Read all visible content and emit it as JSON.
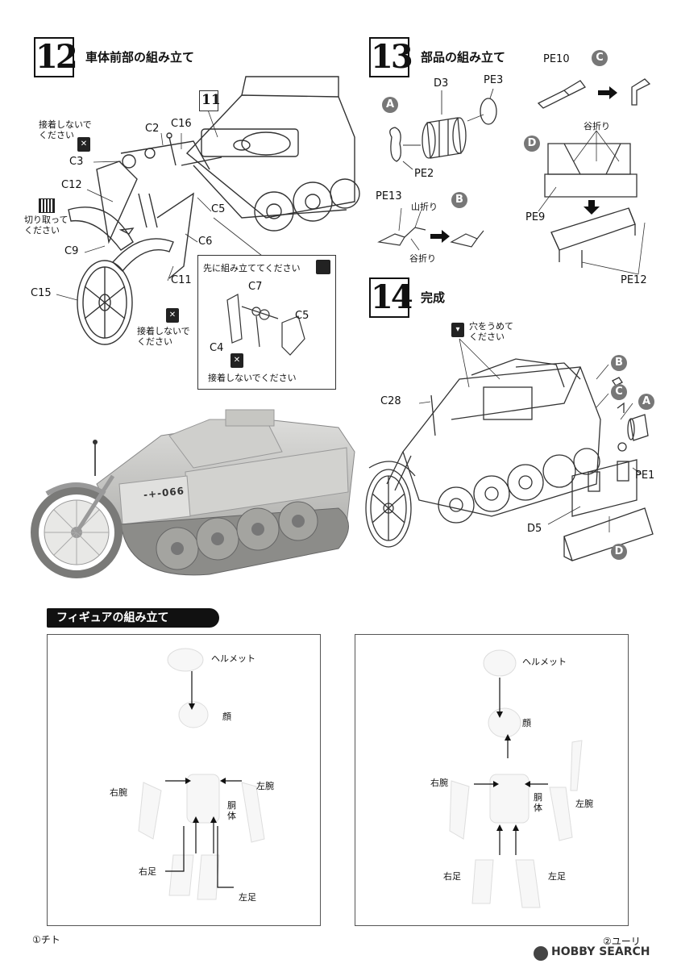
{
  "step12": {
    "number": "12",
    "title": "車体前部の組み立て",
    "ref_step": "11",
    "parts": [
      "C2",
      "C16",
      "C3",
      "C12",
      "C9",
      "C15",
      "C11",
      "C6",
      "C5"
    ],
    "notes": {
      "no_glue_1": "接着しないで\nください",
      "cut_off": "切り取って\nください",
      "no_glue_2": "接着しないで\nください"
    },
    "inset": {
      "title": "先に組み立ててください",
      "parts": [
        "C7",
        "C4",
        "C5"
      ],
      "note": "接着しないでください"
    }
  },
  "step13": {
    "number": "13",
    "title": "部品の組み立て",
    "groupA": {
      "marker": "A",
      "parts": [
        "D3",
        "PE3",
        "PE2"
      ]
    },
    "groupB": {
      "marker": "B",
      "parts": [
        "PE13"
      ],
      "fold_mountain": "山折り",
      "fold_valley": "谷折り"
    },
    "groupC": {
      "marker": "C",
      "parts": [
        "PE10"
      ]
    },
    "groupD": {
      "marker": "D",
      "parts": [
        "PE9",
        "PE12"
      ],
      "fold_valley": "谷折り"
    }
  },
  "step14": {
    "number": "14",
    "title": "完成",
    "fill_hole_note": "穴をうめて\nください",
    "parts": [
      "C28",
      "PE1",
      "D5"
    ],
    "markers": [
      "B",
      "C",
      "A",
      "D"
    ]
  },
  "figure_section": {
    "banner": "フィギュアの組み立て",
    "figure1": {
      "caption": "①チト",
      "labels": {
        "helmet": "ヘルメット",
        "face": "顔",
        "right_arm": "右腕",
        "left_arm": "左腕",
        "torso": "胴\n体",
        "right_leg": "右足",
        "left_leg": "左足"
      }
    },
    "figure2": {
      "caption": "②ユーリ",
      "labels": {
        "helmet": "ヘルメット",
        "face": "顔",
        "right_arm": "右腕",
        "left_arm": "左腕",
        "torso": "胴\n体",
        "right_leg": "右足",
        "left_leg": "左足"
      }
    }
  },
  "photo": {
    "plate_text": "-+-066"
  },
  "watermark": {
    "brand": "HOBBY SEARCH"
  }
}
